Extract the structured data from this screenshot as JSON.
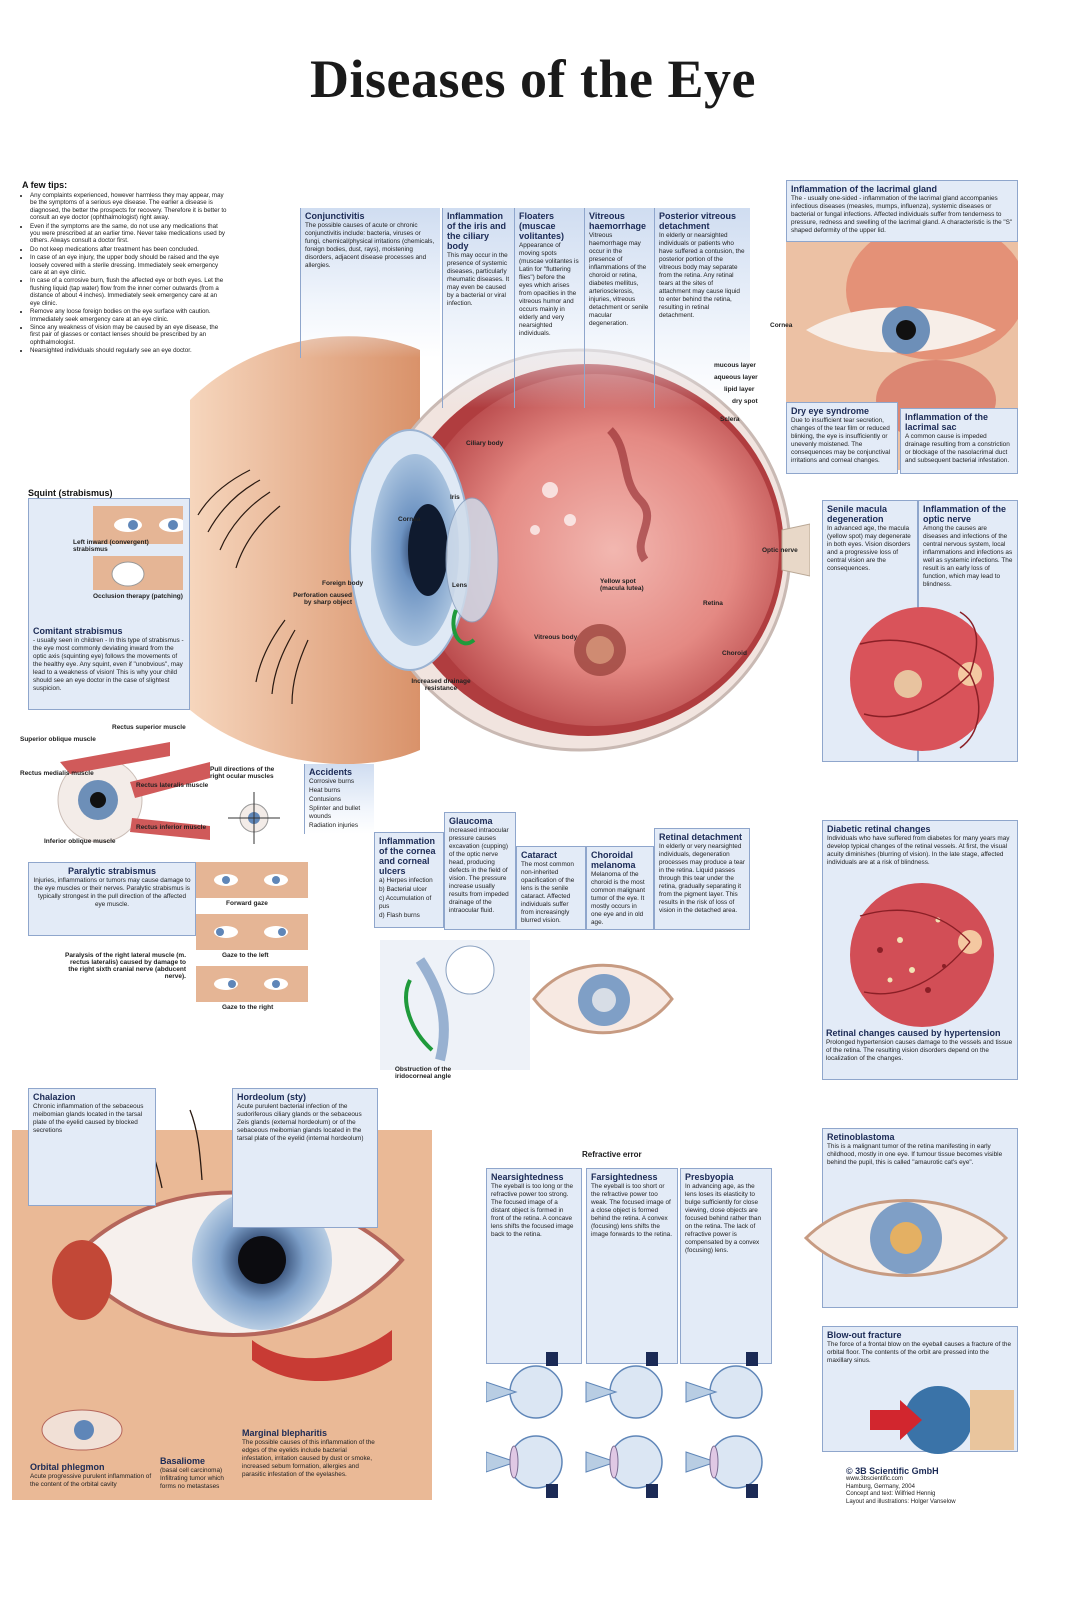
{
  "title": "Diseases of the Eye",
  "tips": {
    "heading": "A few tips:",
    "items": [
      "Any complaints experienced, however harmless they may appear, may be the symptoms of a serious eye disease. The earlier a disease is diagnosed, the better the prospects for recovery. Therefore it is better to consult an eye doctor (ophthalmologist) right away.",
      "Even if the symptoms are the same, do not use any medications that you were prescribed at an earlier time. Never take medications used by others. Always consult a doctor first.",
      "Do not keep medications after treatment has been concluded.",
      "In case of an eye injury, the upper body should be raised and the eye loosely covered with a sterile dressing. Immediately seek emergency care at an eye clinic.",
      "In case of a corrosive burn, flush the affected eye or both eyes. Let the flushing liquid (tap water) flow from the inner corner outwards (from a distance of about 4 inches). Immediately seek emergency care at an eye clinic.",
      "Remove any loose foreign bodies on the eye surface with caution. Immediately seek emergency care at an eye clinic.",
      "Since any weakness of vision may be caused by an eye disease, the first pair of glasses or contact lenses should be prescribed by an ophthalmologist.",
      "Nearsighted individuals should regularly see an eye doctor."
    ]
  },
  "top_panels": [
    {
      "title": "Conjunctivitis",
      "text": "The possible causes of acute or chronic conjunctivitis include: bacteria, viruses or fungi, chemical/physical irritations (chemicals, foreign bodies, dust, rays), moistening disorders, adjacent disease processes and allergies."
    },
    {
      "title": "Inflammation of the iris and the ciliary body",
      "text": "This may occur in the presence of systemic diseases, particularly rheumatic diseases. It may even be caused by a bacterial or viral infection."
    },
    {
      "title": "Floaters (muscae volitantes)",
      "text": "Appearance of moving spots (muscae volitantes is Latin for \"fluttering flies\") before the eyes which arises from opacities in the vitreous humor and occurs mainly in elderly and very nearsighted individuals."
    },
    {
      "title": "Vitreous haemorrhage",
      "text": "Vitreous haemorrhage may occur in the presence of inflammations of the choroid or retina, diabetes mellitus, arteriosclerosis, injuries, vitreous detachment or senile macular degeneration."
    },
    {
      "title": "Posterior vitreous detachment",
      "text": "In elderly or nearsighted individuals or patients who have suffered a contusion, the posterior portion of the vitreous body may separate from the retina. Any retinal tears at the sites of attachment may cause liquid to enter behind the retina, resulting in retinal detachment."
    }
  ],
  "lacrimal": {
    "title": "Inflammation of the lacrimal gland",
    "text": "The - usually one-sided - inflammation of the lacrimal gland accompanies infectious diseases (measles, mumps, influenza), systemic diseases or bacterial or fungal infections. Affected individuals suffer from tenderness to pressure, redness and swelling of the lacrimal gland. A characteristic is the \"S\" shaped deformity of the upper lid."
  },
  "dry_eye": {
    "title": "Dry eye syndrome",
    "text": "Due to insufficient tear secretion, changes of the tear film or reduced blinking, the eye is insufficiently or unevenly moistened. The consequences may be conjunctival irritations and corneal changes."
  },
  "lacrimal_sac": {
    "title": "Inflammation of the lacrimal sac",
    "text": "A common cause is impeded drainage resulting from a constriction or blockage of the nasolacrimal duct and subsequent bacterial infestation."
  },
  "tear_layers": {
    "cornea": "Cornea",
    "mucous": "mucous layer",
    "aqueous": "aqueous layer",
    "lipid": "lipid layer",
    "dry": "dry spot"
  },
  "senile": {
    "title": "Senile macula degeneration",
    "text": "In advanced age, the macula (yellow spot) may degenerate in both eyes. Vision disorders and a progressive loss of central vision are the consequences."
  },
  "optic_nerve": {
    "title": "Inflammation of the optic nerve",
    "text": "Among the causes are diseases and infections of the central nervous system, local inflammations and infections as well as systemic infections. The result is an early loss of function, which may lead to blindness."
  },
  "diabetic": {
    "title": "Diabetic retinal changes",
    "text": "Individuals who have suffered from diabetes for many years may develop typical changes of the retinal vessels. At first, the visual acuity diminishes (blurring of vision). In the late stage, affected individuals are at a risk of blindness."
  },
  "hypertension": {
    "title": "Retinal changes caused by hypertension",
    "text": "Prolonged hypertension causes damage to the vessels and tissue of the retina. The resulting vision disorders depend on the localization of the changes."
  },
  "retinoblastoma": {
    "title": "Retinoblastoma",
    "text": "This is a malignant tumor of the retina manifesting in early childhood, mostly in one eye. If tumour tissue becomes visible behind the pupil, this is called \"amaurotic cat's eye\"."
  },
  "blowout": {
    "title": "Blow-out fracture",
    "text": "The force of a frontal blow on the eyeball causes a fracture of the orbital floor. The contents of the orbit are pressed into the maxillary sinus."
  },
  "squint": {
    "heading": "Squint (strabismus)",
    "left_inward": "Left inward (convergent) strabismus",
    "occlusion": "Occlusion therapy (patching)",
    "comitant_title": "Comitant strabismus",
    "comitant_text": "- usually seen in children - In this type of strabismus - the eye most commonly deviating inward from the optic axis (squinting eye) follows the movements of the healthy eye. Any squint, even if \"unobvious\", may lead to a weakness of vision! This is why your child should see an eye doctor in the case of slightest suspicion.",
    "paralytic_title": "Paralytic strabismus",
    "paralytic_text": "Injuries, inflammations or tumors may cause damage to the eye muscles or their nerves. Paralytic strabismus is typically strongest in the pull direction of the affected eye muscle.",
    "paralysis_caption": "Paralysis of the right lateral muscle (m. rectus lateralis) caused by damage to the right sixth cranial nerve (abducent nerve).",
    "forward": "Forward gaze",
    "gaze_left": "Gaze to the left",
    "gaze_right": "Gaze to the right"
  },
  "muscles": {
    "rectus_superior": "Rectus superior muscle",
    "superior_oblique": "Superior oblique muscle",
    "rectus_medialis": "Rectus medialis muscle",
    "rectus_lateralis": "Rectus lateralis muscle",
    "rectus_inferior": "Rectus inferior muscle",
    "inferior_oblique": "Inferior oblique muscle",
    "pull_directions": "Pull directions of the right ocular muscles"
  },
  "anatomy": {
    "ciliary": "Ciliary body",
    "iris": "Iris",
    "cornea": "Cornea",
    "lens": "Lens",
    "vitreous": "Vitreous body",
    "yellow_spot": "Yellow spot (macula lutea)",
    "retina": "Retina",
    "choroid": "Choroid",
    "sclera": "Sclera",
    "optic": "Optic nerve",
    "foreign": "Foreign body",
    "perforation": "Perforation caused by sharp object",
    "drainage": "Increased drainage resistance"
  },
  "accidents": {
    "title": "Accidents",
    "items": [
      "Corrosive burns",
      "Heat burns",
      "Contusions",
      "Splinter and bullet wounds",
      "Radiation injuries"
    ]
  },
  "ulcers": {
    "title": "Inflammation of the cornea and corneal ulcers",
    "items": [
      "a) Herpes infection",
      "b) Bacterial ulcer",
      "c) Accumulation of pus",
      "d) Flash burns"
    ]
  },
  "glaucoma": {
    "title": "Glaucoma",
    "text": "Increased intraocular pressure causes excavation (cupping) of the optic nerve head, producing defects in the field of vision. The pressure increase usually results from impeded drainage of the intraocular fluid."
  },
  "cataract": {
    "title": "Cataract",
    "text": "The most common non-inherited opacification of the lens is the senile cataract. Affected individuals suffer from increasingly blurred vision."
  },
  "melanoma": {
    "title": "Choroidal melanoma",
    "text": "Melanoma of the choroid is the most common malignant tumor of the eye. It mostly occurs in one eye and in old age."
  },
  "detachment": {
    "title": "Retinal detachment",
    "text": "In elderly or very nearsighted individuals, degeneration processes may produce a tear in the retina. Liquid passes through this tear under the retina, gradually separating it from the pigment layer. This results in the risk of loss of vision in the detached area."
  },
  "obstruction": "Obstruction of the iridocorneal angle",
  "chalazion": {
    "title": "Chalazion",
    "text": "Chronic inflammation of the sebaceous meibomian glands located in the tarsal plate of the eyelid caused by blocked secretions"
  },
  "hordeolum": {
    "title": "Hordeolum (sty)",
    "text": "Acute purulent bacterial infection of the sudoriferous ciliary glands or the sebaceous Zeis glands (external hordeolum) or of the sebaceous meibomian glands located in the tarsal plate of the eyelid (internal hordeolum)"
  },
  "orbital": {
    "title": "Orbital phlegmon",
    "text": "Acute progressive purulent inflammation of the content of the orbital cavity"
  },
  "basaliome": {
    "title": "Basaliome",
    "text": "(basal cell carcinoma) Infiltrating tumor which forms no metastases"
  },
  "blepharitis": {
    "title": "Marginal blepharitis",
    "text": "The possible causes of this inflammation of the edges of the eyelids include bacterial infestation, irritation caused by dust or smoke, increased sebum formation, allergies and parasitic infestation of the eyelashes."
  },
  "refractive": {
    "heading": "Refractive error",
    "items": [
      {
        "title": "Nearsightedness",
        "text": "The eyeball is too long or the refractive power too strong. The focused image of a distant object is formed in front of the retina. A concave lens shifts the focused image back to the retina."
      },
      {
        "title": "Farsightedness",
        "text": "The eyeball is too short or the refractive power too weak. The focused image of a close object is formed behind the retina. A convex (focusing) lens shifts the image forwards to the retina."
      },
      {
        "title": "Presbyopia",
        "text": "In advancing age, as the lens loses its elasticity to bulge sufficiently for close viewing, close objects are focused behind rather than on the retina. The lack of refractive power is compensated by a convex (focusing) lens."
      }
    ]
  },
  "footer": {
    "brand": "© 3B Scientific GmbH",
    "lines": [
      "www.3bscientific.com",
      "Hamburg, Germany, 2004",
      "Concept and text: Wilfried Hennig",
      "Layout and illustrations: Holger Vanselow"
    ]
  },
  "colors": {
    "panel": "#dde7f5",
    "panel_border": "#8fa6cc",
    "heading": "#1b2a55",
    "iris": "#5f86b8",
    "skin": "#e8b48a",
    "retina": "#d9535a",
    "sclera": "#f3e8e2"
  }
}
